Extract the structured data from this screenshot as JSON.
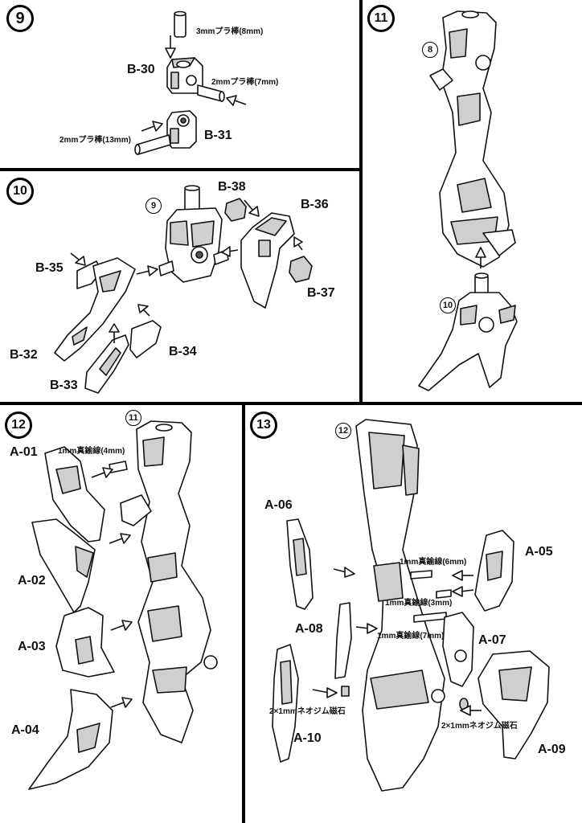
{
  "steps": {
    "s9": {
      "number": "9",
      "parts": {
        "b30": "B-30",
        "b31": "B-31"
      },
      "notes": {
        "rod8": "3mmプラ棒(8mm)",
        "rod7": "2mmプラ棒(7mm)",
        "rod13": "2mmプラ棒(13mm)"
      }
    },
    "s10": {
      "number": "10",
      "ref": "9",
      "parts": {
        "b32": "B-32",
        "b33": "B-33",
        "b34": "B-34",
        "b35": "B-35",
        "b36": "B-36",
        "b37": "B-37",
        "b38": "B-38"
      }
    },
    "s11": {
      "number": "11",
      "ref_top": "8",
      "ref_bottom": "10"
    },
    "s12": {
      "number": "12",
      "ref": "11",
      "parts": {
        "a01": "A-01",
        "a02": "A-02",
        "a03": "A-03",
        "a04": "A-04"
      },
      "notes": {
        "wire4": "1mm真鍮線(4mm)"
      }
    },
    "s13": {
      "number": "13",
      "ref": "12",
      "parts": {
        "a05": "A-05",
        "a06": "A-06",
        "a07": "A-07",
        "a08": "A-08",
        "a09": "A-09",
        "a10": "A-10"
      },
      "notes": {
        "wire6": "1mm真鍮線(6mm)",
        "wire3": "1mm真鍮線(3mm)",
        "wire7": "1mm真鍮線(7mm)",
        "magnet_left": "2×1mmネオジム磁石",
        "magnet_right": "2×1mmネオジム磁石"
      }
    }
  }
}
